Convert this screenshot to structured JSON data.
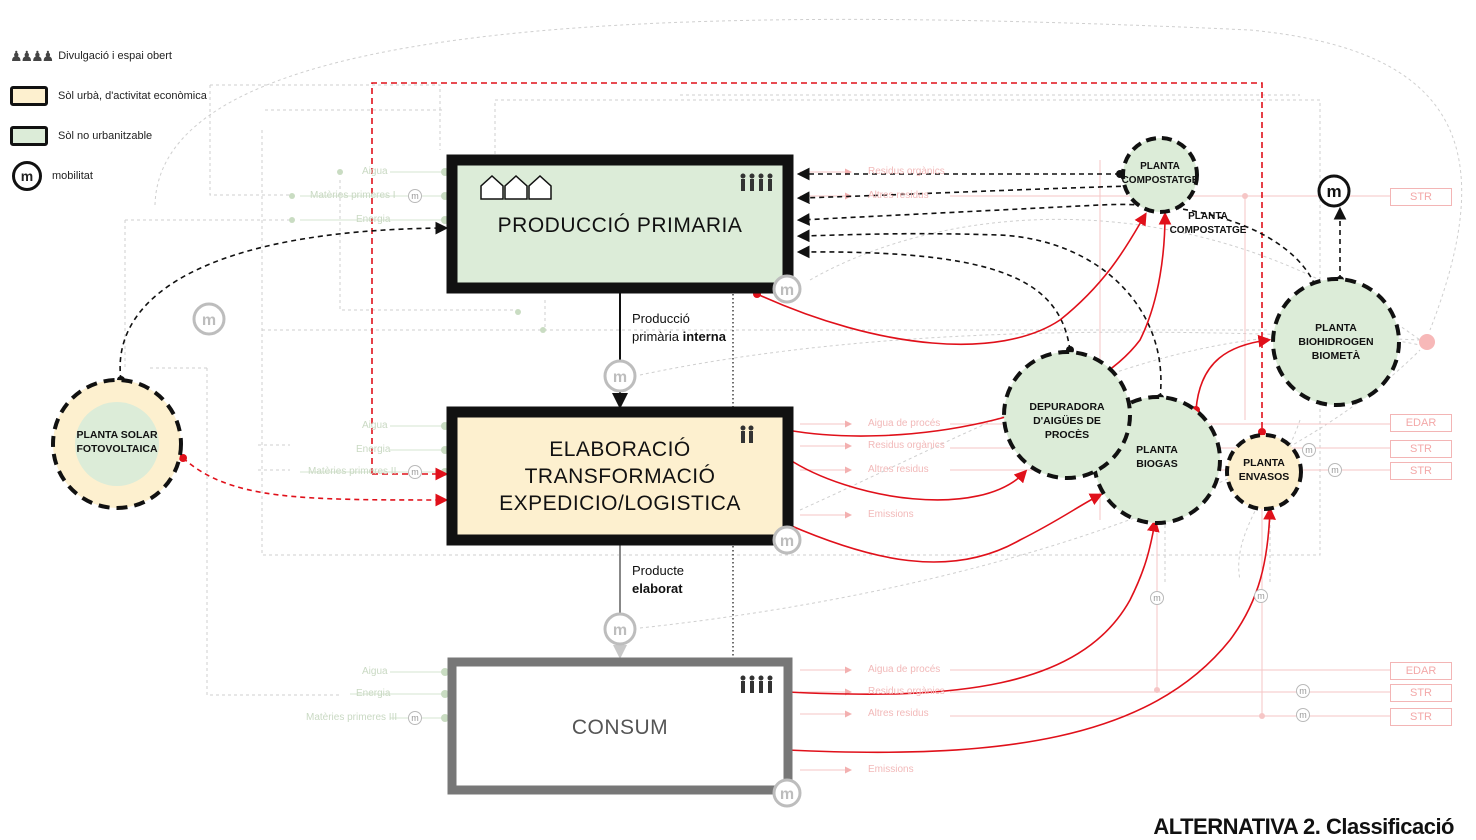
{
  "legend": {
    "items": [
      {
        "label": "Divulgació i espai obert",
        "icon": "people-icon"
      },
      {
        "label": "Sòl urbà, d'activitat econòmica",
        "color": "#fdf0cf"
      },
      {
        "label": "Sòl no urbanitzable",
        "color": "#dcecd8"
      },
      {
        "label": "mobilitat",
        "icon": "mobility-icon"
      }
    ]
  },
  "boxes": {
    "primaria": {
      "label": "PRODUCCIÓ PRIMARIA",
      "fill": "#dcecd8"
    },
    "elaboracio": {
      "lines": [
        "ELABORACIÓ",
        "TRANSFORMACIÓ",
        "EXPEDICIO/LOGISTICA"
      ],
      "fill": "#fdf0cf"
    },
    "consum": {
      "label": "CONSUM",
      "fill": "#ffffff"
    }
  },
  "flows": {
    "primaria_interna": {
      "line1": "Producció",
      "line2a": "primària ",
      "line2b": "interna"
    },
    "elaborat": {
      "line1": "Producte",
      "line2": "elaborat"
    }
  },
  "plants": {
    "solar": "PLANTA SOLAR FOTOVOLTAICA",
    "compostatge": "PLANTA COMPOSTATGE",
    "compostatge2": "PLANTA COMPOSTATGE",
    "biohidrogen": "PLANTA BIOHIDROGEN BIOMETÀ",
    "depuradora": "DEPURADORA D'AIGÜES DE PROCÈS",
    "biogas": "PLANTA BIOGAS",
    "envasos": "PLANTA ENVASOS"
  },
  "inputs": {
    "primaria": [
      "Aigua",
      "Matèries primeres I",
      "Energia"
    ],
    "elaboracio": [
      "Aigua",
      "Energia",
      "Matèries primeres II"
    ],
    "consum": [
      "Aigua",
      "Energia",
      "Matèries primeres III"
    ]
  },
  "outputs": {
    "primaria": [
      "Residus orgànics",
      "Altres residus"
    ],
    "elaboracio": [
      "Aigua de procés",
      "Residus orgànics",
      "Altres residus",
      "Emissions"
    ],
    "consum": [
      "Aigua de procés",
      "Residus orgànics",
      "Altres residus",
      "Emissions"
    ]
  },
  "destinations": [
    "STR",
    "EDAR",
    "STR",
    "STR",
    "EDAR",
    "STR",
    "STR"
  ],
  "mobility_symbol": "m",
  "title": "ALTERNATIVA 2. Classificació",
  "colors": {
    "red": "#e0101a",
    "black": "#111111",
    "green_fill": "#dcecd8",
    "yellow_fill": "#fdf0cf"
  }
}
